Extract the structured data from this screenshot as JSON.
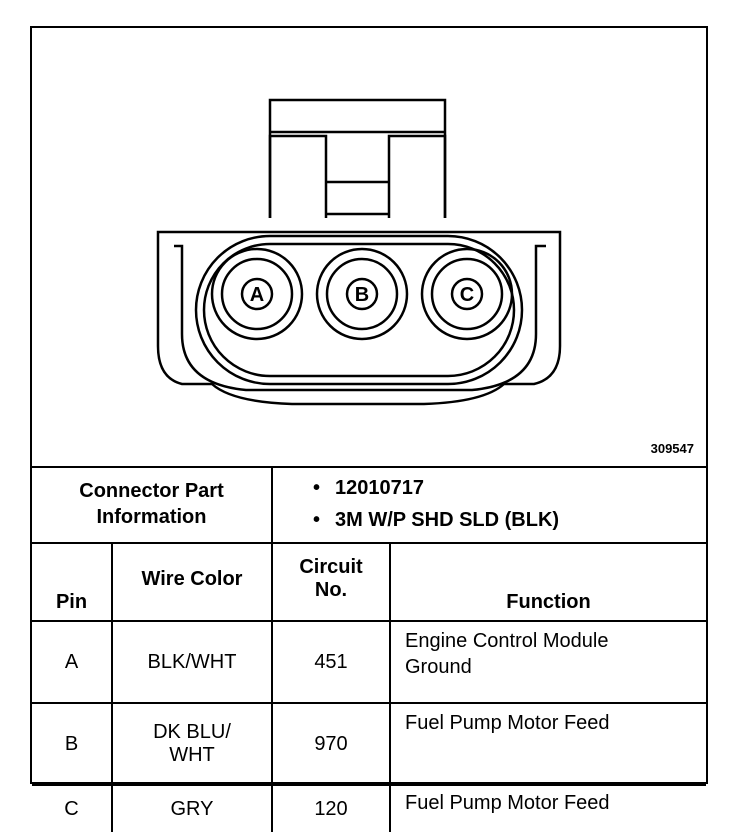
{
  "diagram": {
    "reference_number": "309547",
    "pins": [
      "A",
      "B",
      "C"
    ]
  },
  "connector_info": {
    "label_line1": "Connector Part",
    "label_line2": "Information",
    "bullet": "•",
    "items": [
      "12010717",
      "3M W/P SHD SLD (BLK)"
    ]
  },
  "table": {
    "headers": {
      "pin": "Pin",
      "wire_color": "Wire Color",
      "circuit_line1": "Circuit",
      "circuit_line2": "No.",
      "function": "Function"
    },
    "rows": [
      {
        "pin": "A",
        "wire_color": "BLK/WHT",
        "wire_color_line2": "",
        "circuit": "451",
        "function_line1": "Engine Control Module",
        "function_line2": "Ground"
      },
      {
        "pin": "B",
        "wire_color": "DK BLU/",
        "wire_color_line2": "WHT",
        "circuit": "970",
        "function_line1": "Fuel Pump Motor Feed",
        "function_line2": ""
      },
      {
        "pin": "C",
        "wire_color": "GRY",
        "wire_color_line2": "",
        "circuit": "120",
        "function_line1": "Fuel Pump Motor Feed",
        "function_line2": ""
      }
    ]
  }
}
